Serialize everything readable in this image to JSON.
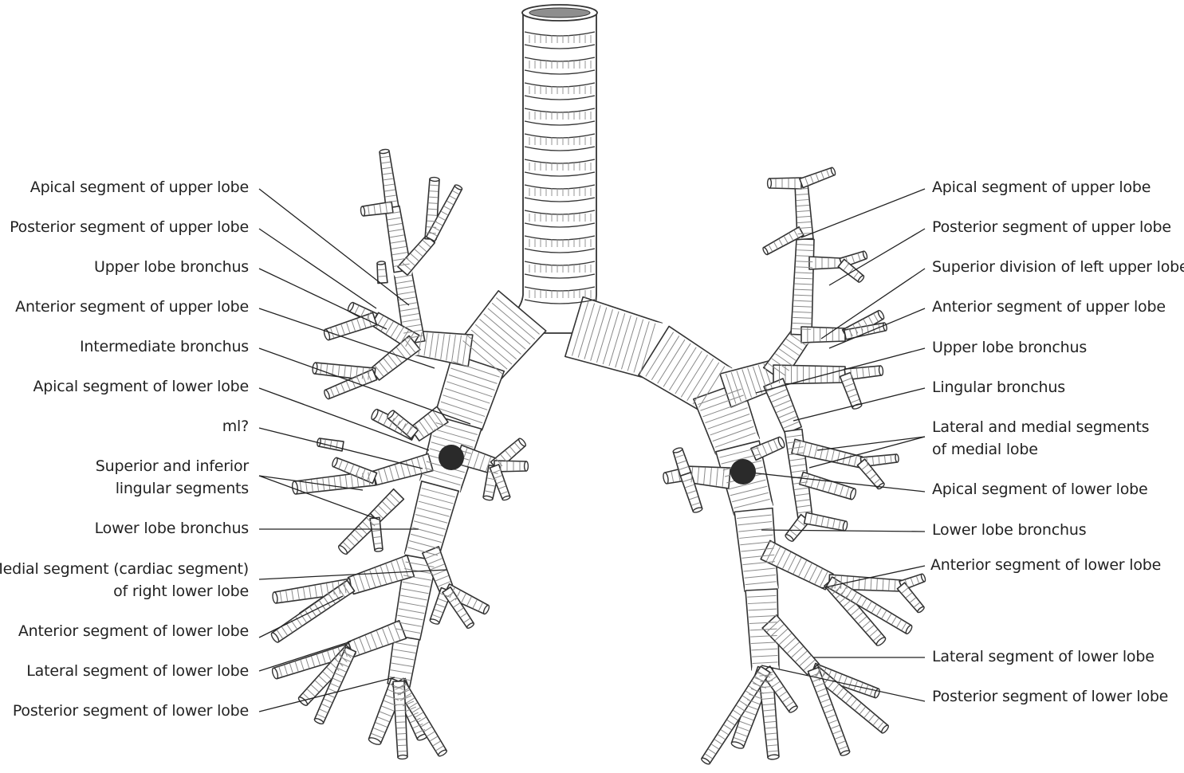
{
  "colors": {
    "ink": "#333333",
    "ring": "#8a8a8a",
    "dot": "#2a2a2a",
    "label": "#222222"
  },
  "labels": {
    "left": [
      {
        "id": "l1",
        "text": "Apical segment of upper lobe"
      },
      {
        "id": "l2",
        "text": "Posterior segment of upper lobe"
      },
      {
        "id": "l3",
        "text": "Upper lobe bronchus"
      },
      {
        "id": "l4",
        "text": "Anterior segment of upper lobe"
      },
      {
        "id": "l5",
        "text": "Intermediate bronchus"
      },
      {
        "id": "l6",
        "text": "Apical segment of lower lobe"
      },
      {
        "id": "l7",
        "text": "ml?"
      },
      {
        "id": "l8a",
        "text": "Superior and inferior"
      },
      {
        "id": "l8b",
        "text": "lingular segments"
      },
      {
        "id": "l9",
        "text": "Lower lobe bronchus"
      },
      {
        "id": "l10a",
        "text": "Medial segment (cardiac segment)"
      },
      {
        "id": "l10b",
        "text": "of right lower lobe"
      },
      {
        "id": "l11",
        "text": "Anterior segment of lower lobe"
      },
      {
        "id": "l12",
        "text": "Lateral segment of lower lobe"
      },
      {
        "id": "l13",
        "text": "Posterior segment of lower lobe"
      }
    ],
    "right": [
      {
        "id": "r1",
        "text": "Apical segment of upper lobe"
      },
      {
        "id": "r2",
        "text": "Posterior segment of upper lobe"
      },
      {
        "id": "r3",
        "text": "Superior division of left upper lobe"
      },
      {
        "id": "r4",
        "text": "Anterior segment of upper lobe"
      },
      {
        "id": "r5",
        "text": "Upper lobe bronchus"
      },
      {
        "id": "r6",
        "text": "Lingular bronchus"
      },
      {
        "id": "r7a",
        "text": "Lateral and medial segments"
      },
      {
        "id": "r7b",
        "text": "of medial lobe"
      },
      {
        "id": "r8",
        "text": "Apical segment of lower lobe"
      },
      {
        "id": "r9",
        "text": "Lower lobe bronchus"
      },
      {
        "id": "r10",
        "text": "Anterior segment of lower lobe"
      },
      {
        "id": "r11",
        "text": "Lateral segment of lower lobe"
      },
      {
        "id": "r12",
        "text": "Posterior segment of lower lobe"
      }
    ]
  },
  "markers": [
    {
      "id": "dot-right-lung",
      "side": "left"
    },
    {
      "id": "dot-left-lung",
      "side": "right"
    }
  ]
}
